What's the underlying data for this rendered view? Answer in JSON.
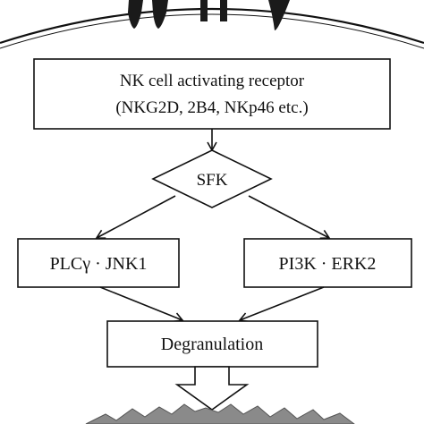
{
  "diagram": {
    "receptor_box": {
      "line1": "NK cell activating receptor",
      "line2": "(NKG2D, 2B4, NKp46 etc.)"
    },
    "sfk": {
      "label": "SFK"
    },
    "left_box": {
      "label": "PLCγ · JNK1"
    },
    "right_box": {
      "label": "PI3K · ERK2"
    },
    "degranulation_box": {
      "label": "Degranulation"
    }
  }
}
